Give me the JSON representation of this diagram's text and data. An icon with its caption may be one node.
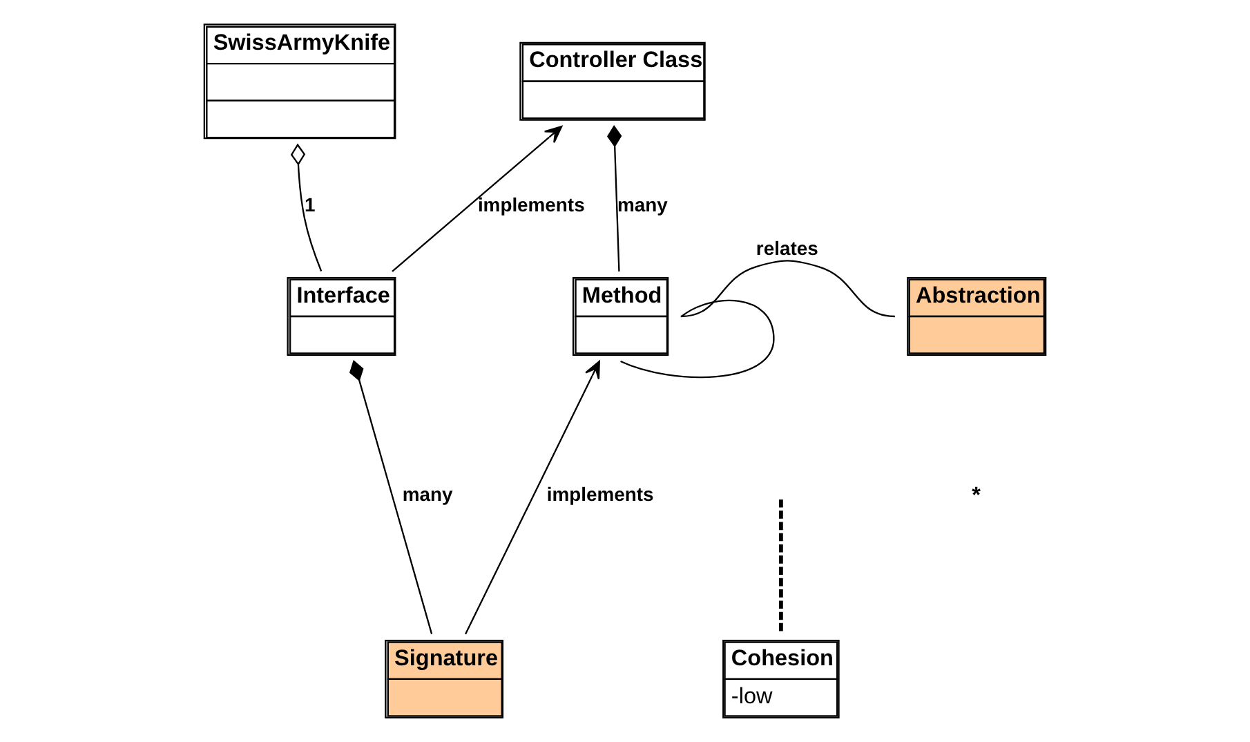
{
  "diagram": {
    "nodes": [
      {
        "text": [
          "SwissArmyKnife"
        ]
      },
      {
        "text": [
          "Controller Class"
        ]
      },
      {
        "text": [
          "Interface"
        ]
      },
      {
        "text": [
          "Method"
        ]
      },
      {
        "text": [
          "Abstraction"
        ]
      },
      {
        "text": [
          "Signature"
        ]
      },
      {
        "text": [
          "Cohesion",
          "-low"
        ]
      }
    ],
    "edges": [
      {
        "from": 0,
        "to": 2,
        "arrow": "other",
        "label": "1"
      },
      {
        "from": 2,
        "to": 1,
        "arrow": "to",
        "label": "implements"
      },
      {
        "from": 1,
        "to": 3,
        "arrow": "other",
        "label": "many"
      },
      {
        "from": 3,
        "to": 4,
        "arrow": "none",
        "label": "relates"
      },
      {
        "from": 2,
        "to": 5,
        "arrow": "other",
        "label": "many"
      },
      {
        "from": 5,
        "to": 3,
        "arrow": "to",
        "label": "implements"
      },
      {
        "from": 3,
        "to": 3,
        "arrow": "none"
      },
      {
        "from": null,
        "to": 6,
        "arrow": "none",
        "style": "dashed"
      }
    ],
    "labels": [
      "*"
    ]
  }
}
